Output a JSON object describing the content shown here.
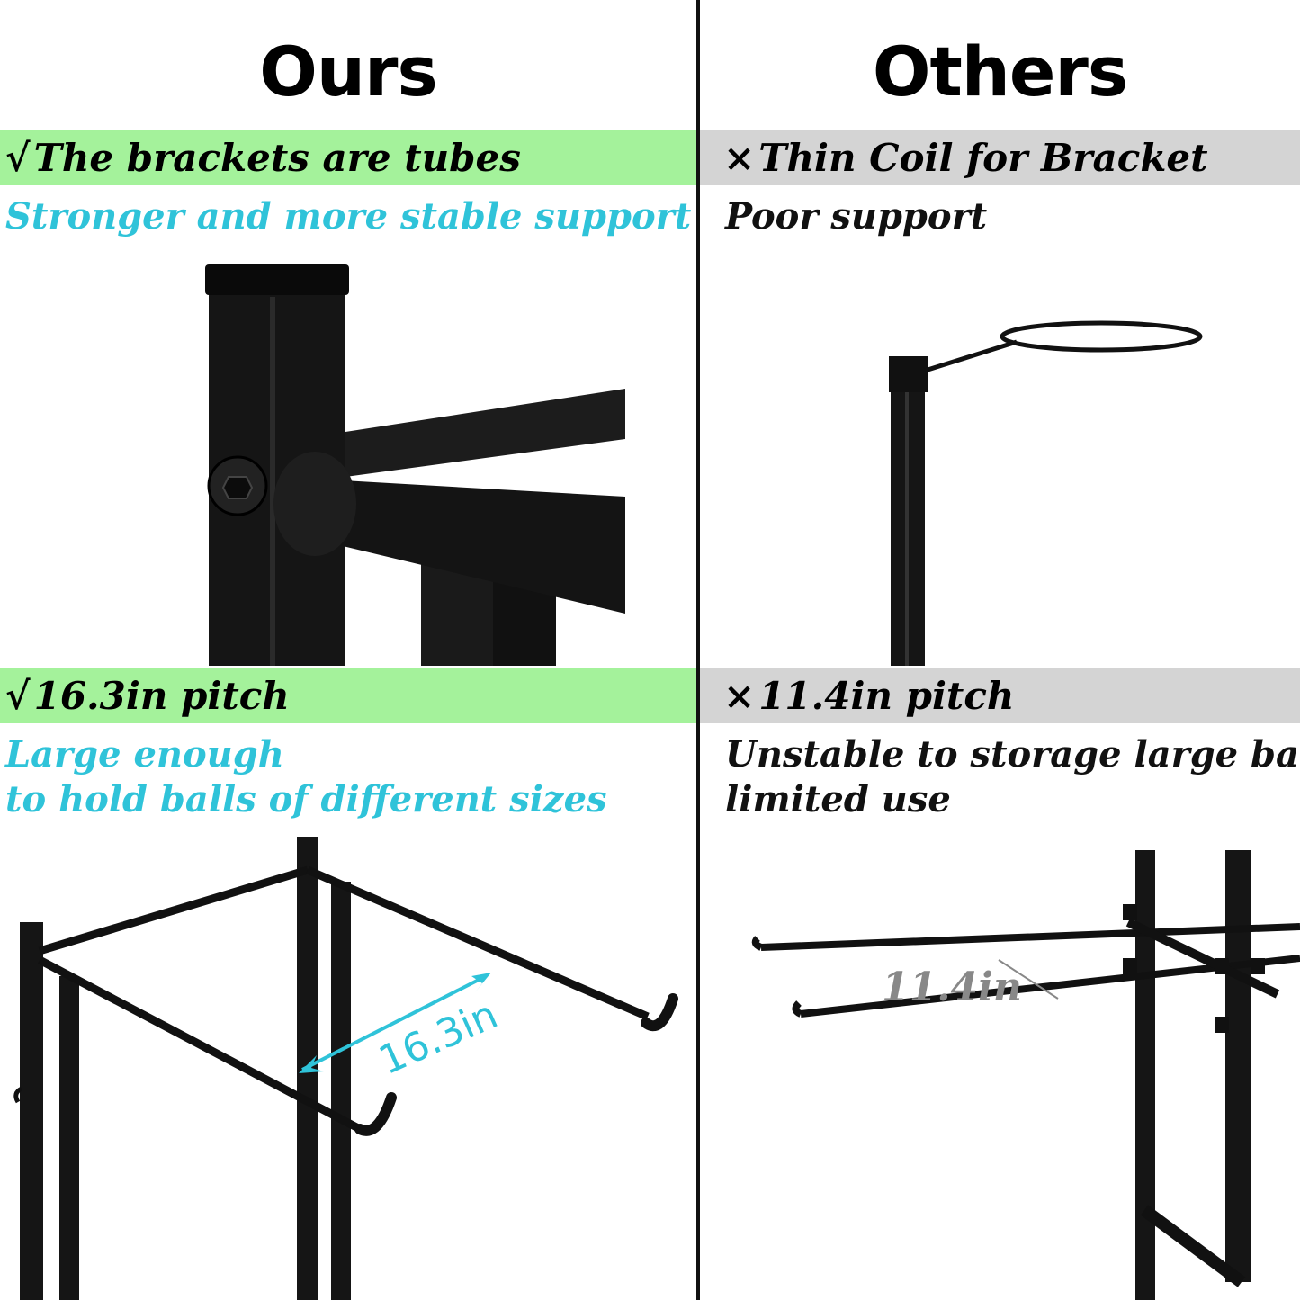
{
  "titles": {
    "left": "Ours",
    "right": "Others"
  },
  "row1": {
    "left_band": {
      "mark": "√",
      "text": "The brackets are tubes"
    },
    "left_sub": "Stronger and more stable support",
    "right_band": {
      "mark": "×",
      "text": "Thin Coil for Bracket"
    },
    "right_sub": "Poor support"
  },
  "row2": {
    "left_band": {
      "mark": "√",
      "text": "16.3in pitch"
    },
    "left_sub_line1": "Large enough",
    "left_sub_line2": "to hold balls of different sizes",
    "right_band": {
      "mark": "×",
      "text": "11.4in pitch"
    },
    "right_sub_line1": "Unstable to storage large balls,",
    "right_sub_line2": "limited use"
  },
  "measurements": {
    "ours": "16.3in",
    "others": "11.4in"
  },
  "colors": {
    "green_band": "#a4f29b",
    "gray_band": "#d4d4d4",
    "cyan_text": "#2fc3d9",
    "metal": "#111111"
  },
  "icons": {
    "check": "check-mark",
    "cross": "cross-mark"
  }
}
